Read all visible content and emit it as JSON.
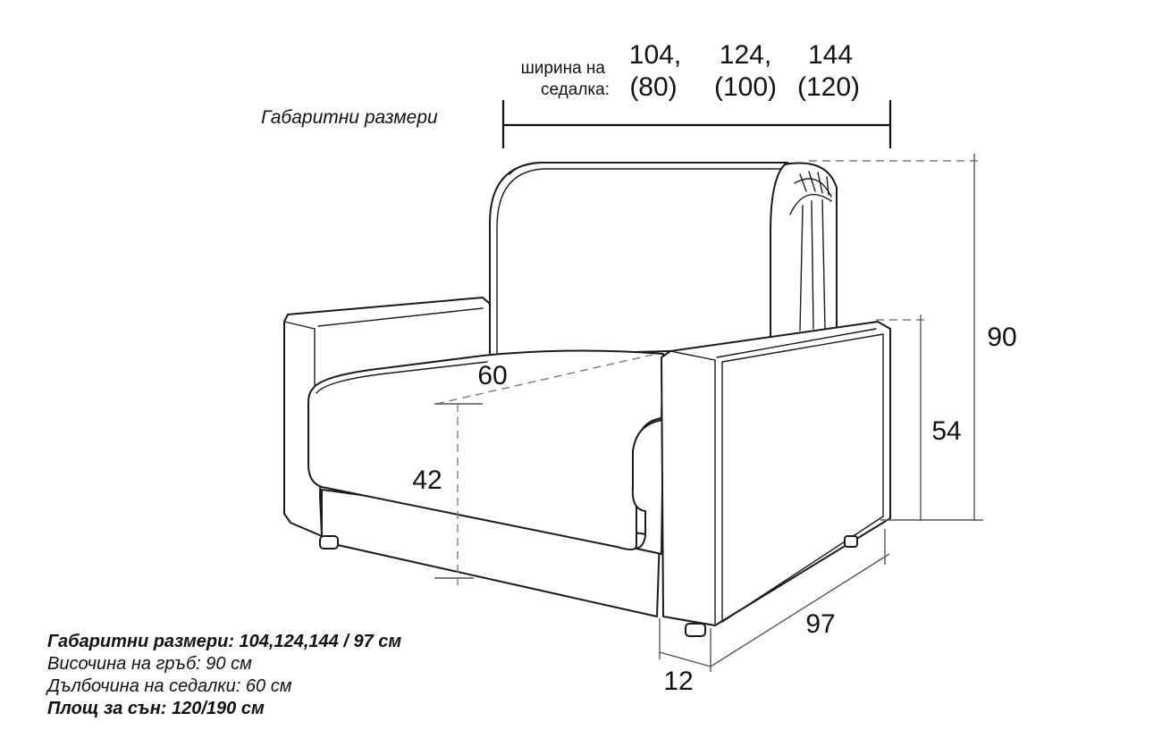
{
  "header": {
    "label": "Габаритни размери",
    "seat_width_label_line1": "ширина на",
    "seat_width_label_line2": "седалка:"
  },
  "widths": [
    {
      "total": "104,",
      "seat": "(80)"
    },
    {
      "total": "124,",
      "seat": "(100)"
    },
    {
      "total": "144",
      "seat": "(120)"
    }
  ],
  "dimensions": {
    "seat_depth": "60",
    "seat_height": "42",
    "armrest_height": "54",
    "back_height": "90",
    "depth": "97",
    "armrest_width": "12"
  },
  "notes": [
    "Габаритни размери: 104,124,144 / 97 см",
    "Височина на гръб: 90 см",
    "Дълбочина на седалки: 60 см",
    "Площ за сън: 120/190 см"
  ]
}
